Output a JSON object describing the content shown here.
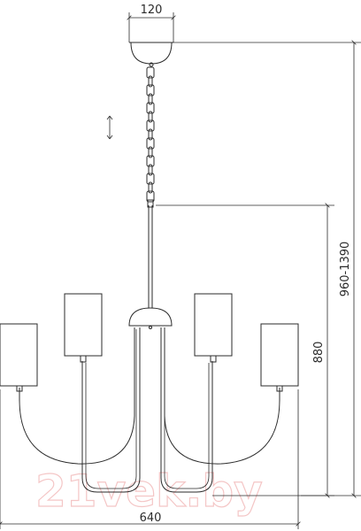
{
  "dimensions": {
    "canopy_width": "120",
    "chain_adjust": "↕",
    "body_height": "880",
    "total_height": "960-1390",
    "total_width": "640"
  },
  "watermark": "21vek.by"
}
